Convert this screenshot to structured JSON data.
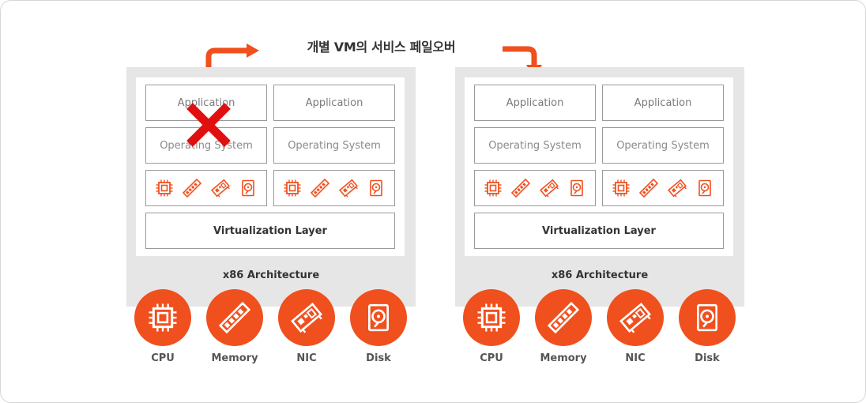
{
  "title": "개별 VM의 서비스 페일오버",
  "colors": {
    "accent": "#f0501e",
    "host_bg": "#e7e6e6",
    "cross": "#e01010"
  },
  "hosts": [
    {
      "vms": [
        {
          "app": "Application",
          "os": "Operating System",
          "failed": true
        },
        {
          "app": "Application",
          "os": "Operating System",
          "failed": false
        }
      ],
      "virtualization": "Virtualization Layer",
      "architecture": "x86 Architecture",
      "hardware": [
        {
          "label": "CPU",
          "icon": "cpu-icon"
        },
        {
          "label": "Memory",
          "icon": "memory-icon"
        },
        {
          "label": "NIC",
          "icon": "nic-icon"
        },
        {
          "label": "Disk",
          "icon": "disk-icon"
        }
      ]
    },
    {
      "vms": [
        {
          "app": "Application",
          "os": "Operating System",
          "failed": false
        },
        {
          "app": "Application",
          "os": "Operating System",
          "failed": false
        }
      ],
      "virtualization": "Virtualization Layer",
      "architecture": "x86 Architecture",
      "hardware": [
        {
          "label": "CPU",
          "icon": "cpu-icon"
        },
        {
          "label": "Memory",
          "icon": "memory-icon"
        },
        {
          "label": "NIC",
          "icon": "nic-icon"
        },
        {
          "label": "Disk",
          "icon": "disk-icon"
        }
      ]
    }
  ]
}
